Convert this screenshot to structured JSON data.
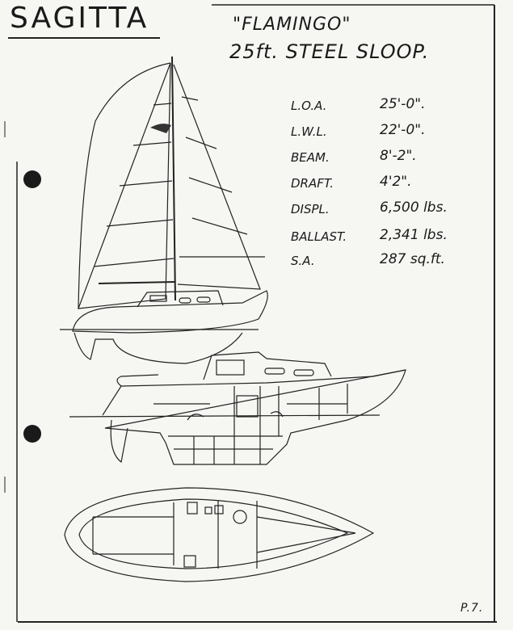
{
  "header": {
    "brand": "SAGITTA",
    "boat_name": "\"FLAMINGO\"",
    "boat_type": "25ft. STEEL SLOOP."
  },
  "specs": [
    {
      "label": "L.O.A.",
      "value": "25'-0\"."
    },
    {
      "label": "L.W.L.",
      "value": "22'-0\"."
    },
    {
      "label": "BEAM.",
      "value": "8'-2\"."
    },
    {
      "label": "DRAFT.",
      "value": "4'2\"."
    },
    {
      "label": "DISPL.",
      "value": "6,500 lbs."
    },
    {
      "label": "BALLAST.",
      "value": "2,341 lbs."
    },
    {
      "label": "S.A.",
      "value": "287 sq.ft."
    }
  ],
  "footer": {
    "page_number": "P.7."
  }
}
